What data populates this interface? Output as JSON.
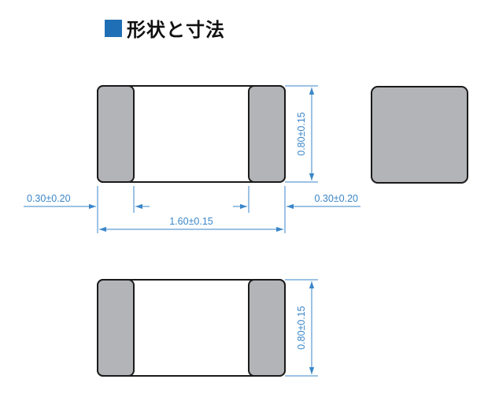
{
  "title": "形状と寸法",
  "dimensions": {
    "height_top": "0.80±0.15",
    "terminal_left": "0.30±0.20",
    "terminal_right": "0.30±0.20",
    "length": "1.60±0.15",
    "height_bottom": "0.80±0.15"
  },
  "colors": {
    "title_square": "#1f6fb6",
    "dimension_line": "#3a86c8",
    "terminal_fill": "#b3b4b8",
    "body_fill": "#ffffff",
    "outline": "#1a1a1a"
  }
}
